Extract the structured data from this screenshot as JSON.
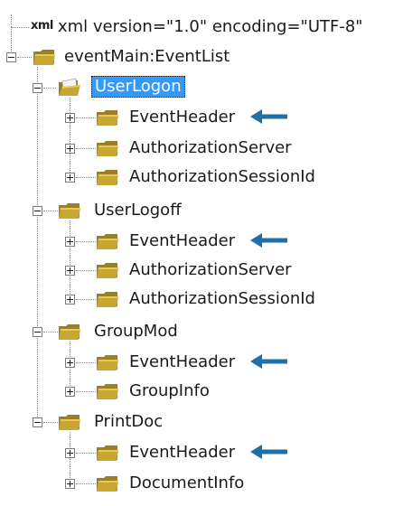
{
  "xml_decl": {
    "badge": "xml",
    "text": "xml version=\"1.0\" encoding=\"UTF-8\""
  },
  "root": {
    "label": "eventMain:EventList"
  },
  "groups": [
    {
      "label": "UserLogon",
      "selected": true,
      "children": [
        {
          "label": "EventHeader",
          "arrow": true
        },
        {
          "label": "AuthorizationServer",
          "arrow": false
        },
        {
          "label": "AuthorizationSessionId",
          "arrow": false
        }
      ]
    },
    {
      "label": "UserLogoff",
      "selected": false,
      "children": [
        {
          "label": "EventHeader",
          "arrow": true
        },
        {
          "label": "AuthorizationServer",
          "arrow": false
        },
        {
          "label": "AuthorizationSessionId",
          "arrow": false
        }
      ]
    },
    {
      "label": "GroupMod",
      "selected": false,
      "children": [
        {
          "label": "EventHeader",
          "arrow": true
        },
        {
          "label": "GroupInfo",
          "arrow": false
        }
      ]
    },
    {
      "label": "PrintDoc",
      "selected": false,
      "children": [
        {
          "label": "EventHeader",
          "arrow": true
        },
        {
          "label": "DocumentInfo",
          "arrow": false
        }
      ]
    }
  ],
  "colors": {
    "folder_fill": "#c8a632",
    "folder_dark": "#9c7f22",
    "folder_light": "#e6c95a",
    "selection": "#3399ff",
    "arrow": "#1f6fa8"
  }
}
